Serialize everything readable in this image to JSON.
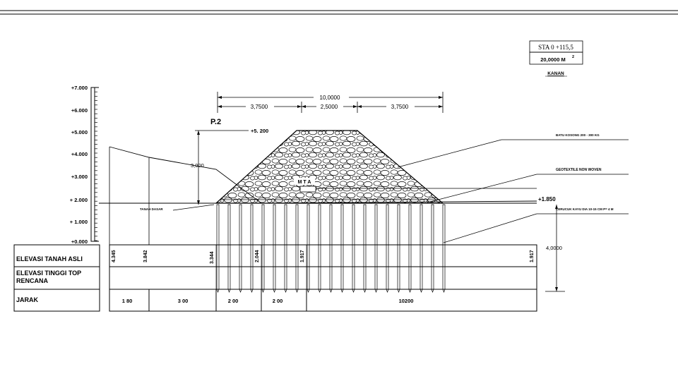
{
  "station": {
    "label": "STA 0 +115,5",
    "area": "20,0000 M",
    "area_sup": "2",
    "side": "KANAN"
  },
  "scale_labels": [
    "+7.000",
    "+6.000",
    "+5.000",
    "+4.000",
    "+3.000",
    "+ 2.000",
    "+ 1.000",
    "+0.000"
  ],
  "dimensions": {
    "total": "10,0000",
    "left": "3,7500",
    "mid": "2,5000",
    "right": "3,7500",
    "height_left": "3,000",
    "depth_right": "4,0000"
  },
  "profile_label": "P.2",
  "elevations": {
    "top": "+5. 200",
    "right": "+1.850"
  },
  "labels": {
    "mta": "M T A",
    "tanah_dasar": "TANAH DASAR",
    "batu_kosong": "BATU KOSONG 200 - 300 KG",
    "geotextile": "GEOTEXTILE NON WOVEN",
    "cerucuk": "CERUCUK KAYU DIA 10-15 CM P= 4 M"
  },
  "table": {
    "row_labels": [
      "ELEVASI TANAH ASLI",
      "ELEVASI TINGGI TOP",
      "RENCANA",
      "JARAK"
    ],
    "elev_values": [
      "4.345",
      "3.842",
      "3.344",
      "2.044",
      "1.917",
      "1.917"
    ],
    "distances": [
      "1 80",
      "3 00",
      "2 00",
      "2 00",
      "10200"
    ]
  }
}
